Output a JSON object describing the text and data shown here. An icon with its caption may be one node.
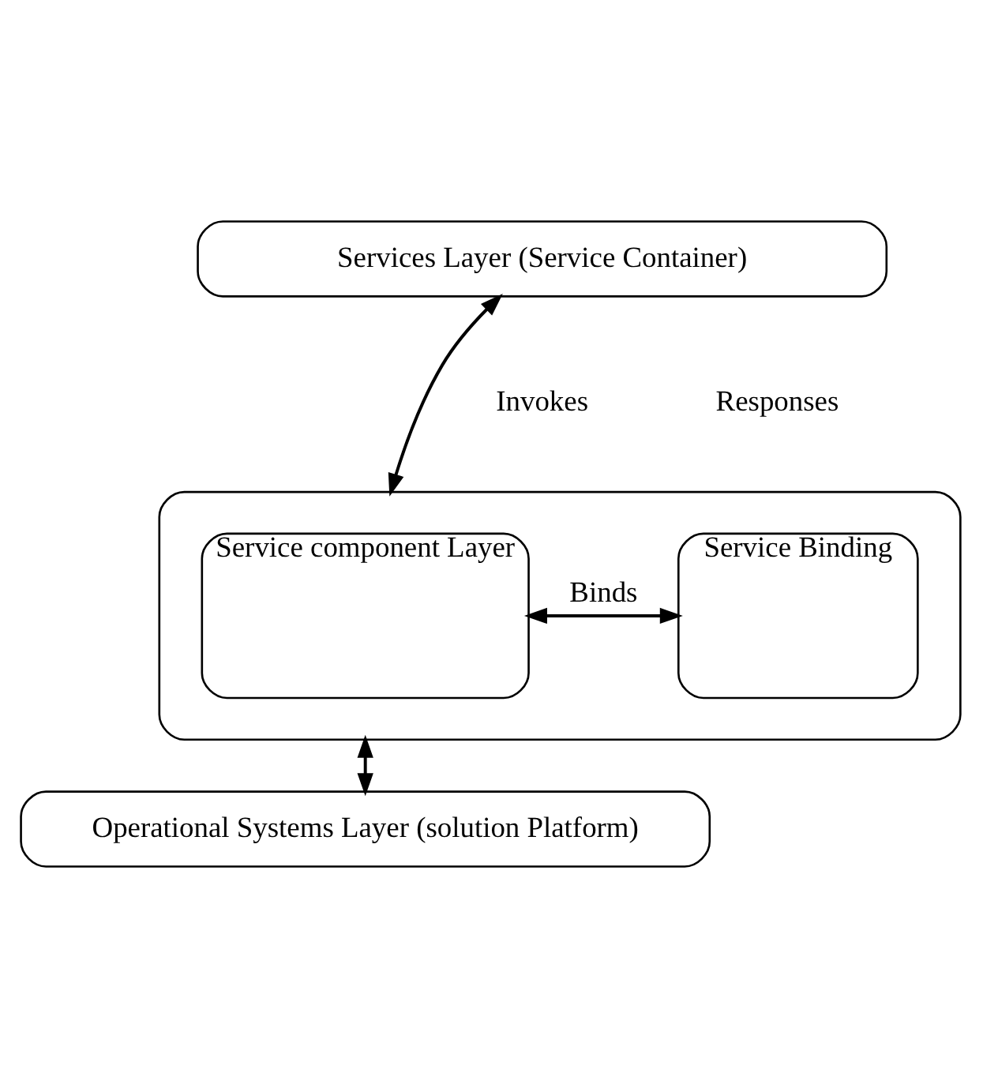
{
  "diagram": {
    "nodes": [
      {
        "text": [
          "Services Layer (Service Container)"
        ]
      },
      {
        "text": [],
        "shape": "box"
      },
      {
        "text": [
          "Service component Layer"
        ],
        "in": 1
      },
      {
        "text": [
          "Service Binding"
        ],
        "in": 1
      },
      {
        "text": [
          "Operational Systems Layer (solution Platform)"
        ]
      }
    ],
    "edges": [
      {
        "from": 0,
        "to": 1,
        "arrow": "both"
      },
      {
        "from": 2,
        "to": 3,
        "arrow": "both",
        "label": "Binds"
      },
      {
        "from": 1,
        "to": 4,
        "arrow": "both"
      }
    ],
    "labels": [
      "Invokes",
      "Responses"
    ]
  }
}
